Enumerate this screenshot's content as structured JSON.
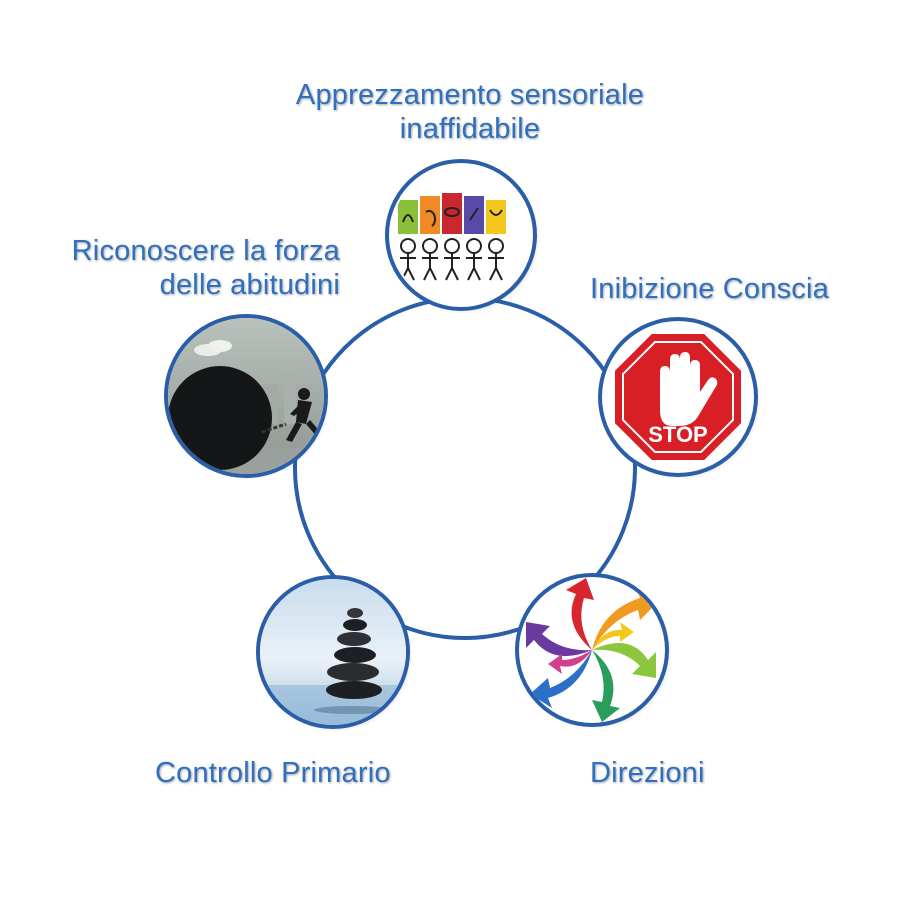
{
  "nodes": [
    {
      "id": "sensory",
      "lines": [
        "Apprezzamento sensoriale",
        "inaffidabile"
      ],
      "icon": "senses-icon"
    },
    {
      "id": "inhibition",
      "lines": [
        "Inibizione Conscia"
      ],
      "icon": "stop-sign-icon",
      "sign_text": "STOP"
    },
    {
      "id": "directions",
      "lines": [
        "Direzioni"
      ],
      "icon": "spiral-arrows-icon"
    },
    {
      "id": "primary",
      "lines": [
        "Controllo Primario"
      ],
      "icon": "balanced-stones-icon"
    },
    {
      "id": "habits",
      "lines": [
        "Riconoscere la forza",
        "delle abitudini"
      ],
      "icon": "ball-and-chain-icon"
    }
  ],
  "colors": {
    "ring": "#2a5ea8",
    "label": "#2f6fc0",
    "stop_red": "#d81f26"
  }
}
